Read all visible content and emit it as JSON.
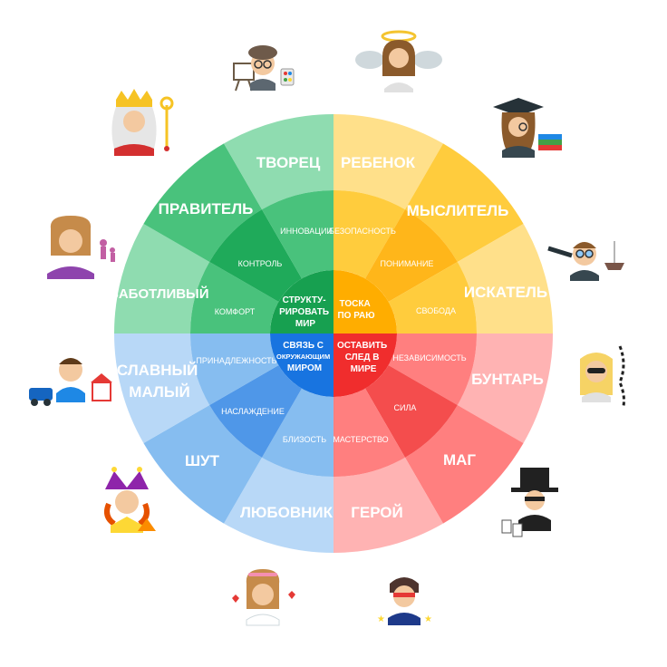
{
  "colors": {
    "green": [
      "#8fdcb0",
      "#49c27c",
      "#1faa5a",
      "#17a050"
    ],
    "yellow": [
      "#ffe08a",
      "#ffcc3d",
      "#ffb61a",
      "#ffad00"
    ],
    "blue": [
      "#b8d8f7",
      "#86bdf0",
      "#4f97e8",
      "#1874e0"
    ],
    "red": [
      "#ffb3b3",
      "#ff7f7f",
      "#f44d4d",
      "#f02d2d"
    ]
  },
  "core": {
    "top_left": [
      "СТРУКТУ-",
      "РИРОВАТЬ",
      "МИР"
    ],
    "top_right": [
      "ТОСКА",
      "ПО РАЮ"
    ],
    "bottom_left": [
      "СВЯЗЬ С",
      "ОКРУЖАЮЩИМ",
      "МИРОМ"
    ],
    "bottom_right": [
      "ОСТАВИТЬ",
      "СЛЕД В",
      "МИРЕ"
    ]
  },
  "middle": {
    "innovations": "ИННОВАЦИИ",
    "control": "КОНТРОЛЬ",
    "comfort": "КОМФОРТ",
    "safety": "БЕЗОПАСНОСТЬ",
    "understanding": "ПОНИМАНИЕ",
    "freedom": "СВОБОДА",
    "belonging": "ПРИНАДЛЕЖНОСТЬ",
    "pleasure": "НАСЛАЖДЕНИЕ",
    "closeness": "БЛИЗОСТЬ",
    "independence": "НЕЗАВИСИМОСТЬ",
    "power": "СИЛА",
    "mastery": "МАСТЕРСТВО"
  },
  "archetypes": {
    "creator": "ТВОРЕЦ",
    "ruler": "ПРАВИТЕЛЬ",
    "caregiver": "ЗАБОТЛИВЫЙ",
    "child": "РЕБЕНОК",
    "thinker": "МЫСЛИТЕЛЬ",
    "seeker": "ИСКАТЕЛЬ",
    "everyman": [
      "СЛАВНЫЙ",
      "МАЛЫЙ"
    ],
    "jester": "ШУТ",
    "lover": "ЛЮБОВНИК",
    "rebel": "БУНТАРЬ",
    "magician": "МАГ",
    "hero": "ГЕРОЙ"
  },
  "icons": {
    "creator": "painter-icon",
    "ruler": "king-icon",
    "caregiver": "mother-child-icon",
    "child": "angel-icon",
    "thinker": "scholar-icon",
    "seeker": "explorer-icon",
    "everyman": "neighbor-icon",
    "jester": "jester-icon",
    "lover": "lover-icon",
    "rebel": "rebel-icon",
    "magician": "magician-icon",
    "hero": "hero-icon"
  }
}
